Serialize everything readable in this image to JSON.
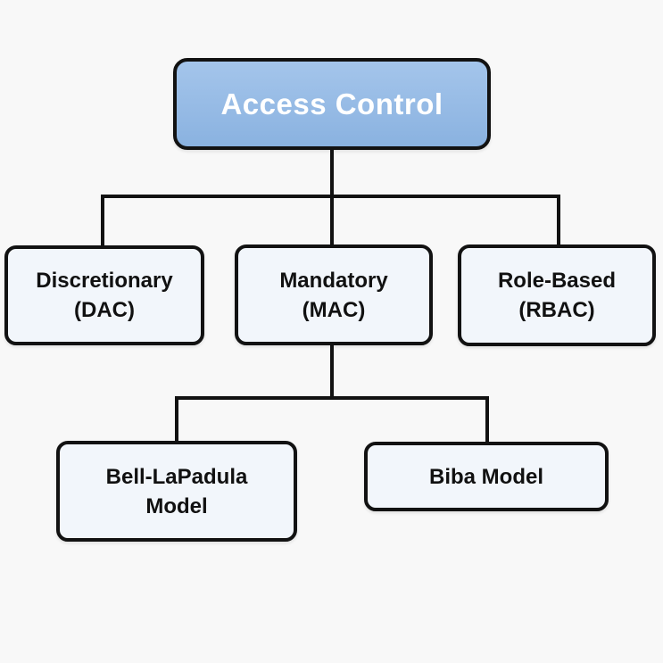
{
  "diagram": {
    "type": "hierarchy-flowchart",
    "background_color": "#f8f8f8",
    "connector_color": "#121212",
    "border_color": "#121212",
    "nodes": {
      "root": {
        "label": "Access Control",
        "fill_top": "#a4c5eb",
        "fill_bottom": "#8ab2e0",
        "text_color": "#ffffff"
      },
      "dac": {
        "line1": "Discretionary",
        "line2": "(DAC)",
        "fill": "#f2f6fb",
        "text_color": "#111111"
      },
      "mac": {
        "line1": "Mandatory",
        "line2": "(MAC)",
        "fill": "#f2f6fb",
        "text_color": "#111111"
      },
      "rbac": {
        "line1": "Role-Based",
        "line2": "(RBAC)",
        "fill": "#f2f6fb",
        "text_color": "#111111"
      },
      "bell": {
        "line1": "Bell-LaPadula",
        "line2": "Model",
        "fill": "#f2f6fb",
        "text_color": "#111111"
      },
      "biba": {
        "label": "Biba Model",
        "fill": "#f2f6fb",
        "text_color": "#111111"
      }
    },
    "edges": [
      {
        "from": "root",
        "to": "dac"
      },
      {
        "from": "root",
        "to": "mac"
      },
      {
        "from": "root",
        "to": "rbac"
      },
      {
        "from": "mac",
        "to": "bell"
      },
      {
        "from": "mac",
        "to": "biba"
      }
    ]
  }
}
